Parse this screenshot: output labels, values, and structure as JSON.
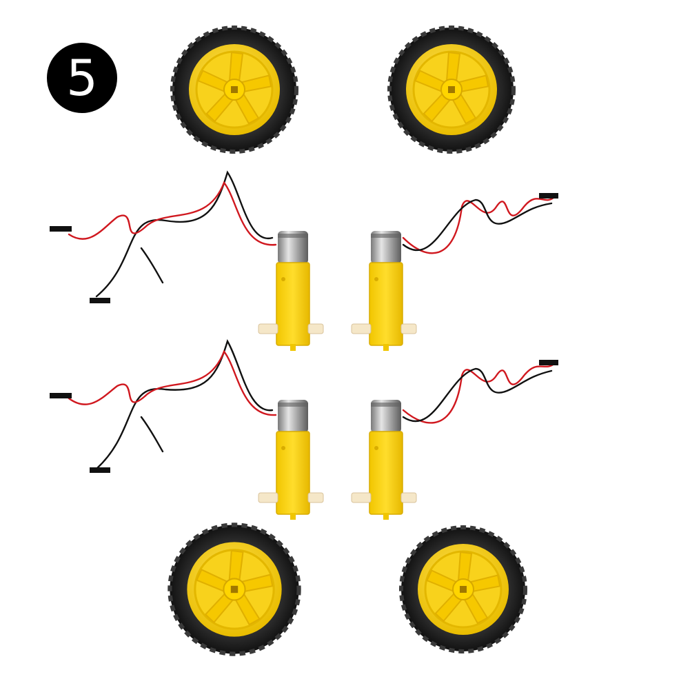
{
  "badge": {
    "number": "5"
  },
  "colors": {
    "background": "#ffffff",
    "badge_fill": "#000000",
    "tire": "#1f1f1f",
    "hub_yellow": "#f6d20a",
    "motor_yellow": "#f5d00f",
    "motor_can": "#b8b8b8",
    "wire_red": "#d0181f",
    "wire_black": "#111111"
  },
  "items": {
    "wheels": 4,
    "motors": 4
  }
}
